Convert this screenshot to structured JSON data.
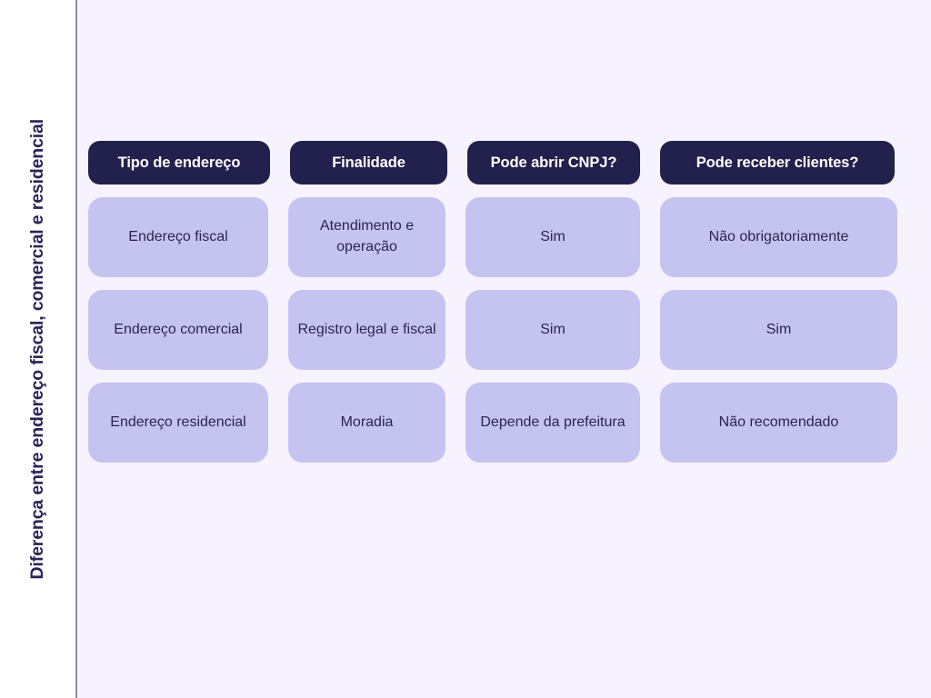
{
  "page": {
    "title": "Diferença entre endereço fiscal, comercial e residencial",
    "background_color": "#f6f3fe",
    "rail_color": "#ffffff",
    "divider_color": "#8b88ab"
  },
  "table": {
    "header_bg": "#22204c",
    "header_fg": "#ffffff",
    "cell_bg": "#c5c3f0",
    "cell_fg": "#2b2550",
    "columns": [
      "Tipo de endereço",
      "Finalidade",
      "Pode abrir CNPJ?",
      "Pode receber clientes?"
    ],
    "rows": [
      {
        "tipo": "Endereço fiscal",
        "finalidade": "Atendimento e operação",
        "cnpj": "Sim",
        "clientes": "Não obrigatoriamente"
      },
      {
        "tipo": "Endereço comercial",
        "finalidade": "Registro legal e fiscal",
        "cnpj": "Sim",
        "clientes": "Sim"
      },
      {
        "tipo": "Endereço residencial",
        "finalidade": "Moradia",
        "cnpj": "Depende da prefeitura",
        "clientes": "Não recomendado"
      }
    ]
  }
}
